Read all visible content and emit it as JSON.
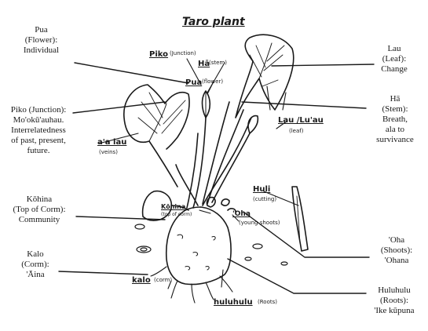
{
  "title": "Taro plant",
  "external_labels": {
    "pua": [
      "Pua",
      "(Flower):",
      "Individual"
    ],
    "piko": [
      "Piko (Junction):",
      "Mo'okū'auhau.",
      "Interrelatedness",
      "of past, present,",
      "future."
    ],
    "kohina": [
      "Kōhina",
      "(Top of Corm):",
      "Community"
    ],
    "kalo": [
      "Kalo",
      "(Corm):",
      "'Āina"
    ],
    "lau": [
      "Lau",
      "(Leaf):",
      "Change"
    ],
    "ha": [
      "Hā",
      "(Stem):",
      "Breath,",
      "ala to",
      "survivance"
    ],
    "oha": [
      "'Oha",
      "(Shoots):",
      "'Ohana"
    ],
    "huluhulu": [
      "Huluhulu",
      "(Roots):",
      "'Ike kūpuna"
    ]
  },
  "drawing_labels": {
    "piko": {
      "name": "Piko",
      "note": "(Junction)"
    },
    "ha": {
      "name": "Hā",
      "note": "(stem)"
    },
    "pua": {
      "name": "Pua",
      "note": "(flower)"
    },
    "aalau": {
      "name": "a'a lau",
      "note": "(veins)"
    },
    "laulu": {
      "name": "Lau /Lu'au",
      "note": "(leaf)"
    },
    "huli": {
      "name": "Huli",
      "note": "(cutting)"
    },
    "kohina": {
      "name": "Kōhina",
      "note": "(top of corm)"
    },
    "oha": {
      "name": "'Oha",
      "note": "(young shoots)"
    },
    "kalo": {
      "name": "kalo",
      "note": "(corm)"
    },
    "huluhulu": {
      "name": "huluhulu",
      "note": "(Roots)"
    }
  }
}
